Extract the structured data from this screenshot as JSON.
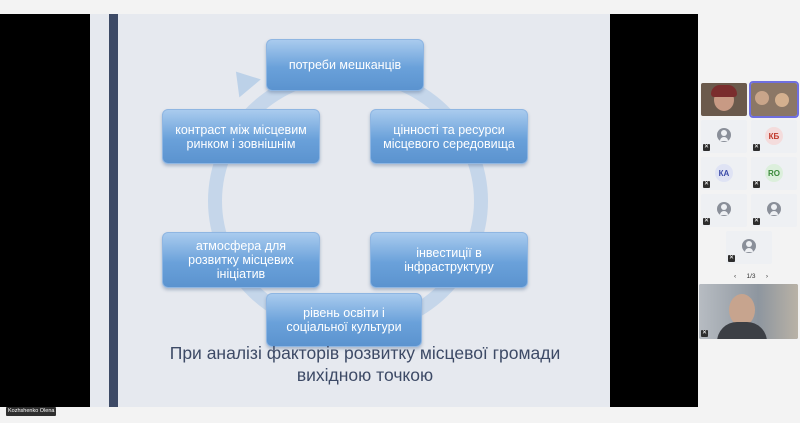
{
  "slide": {
    "cycle_nodes": [
      "потреби мешканців",
      "цінності та ресурси місцевого середовища",
      "інвестиції в інфраструктуру",
      "рівень освіти і соціальної культури",
      "атмосфера для розвитку місцевих ініціатив",
      "контраст між місцевим ринком і зовнішнім"
    ],
    "caption_line1": "При аналізі факторів розвитку місцевої громади",
    "caption_line2": "вихідною точкою"
  },
  "participants": {
    "initials": [
      "КБ",
      "КА",
      "RO"
    ],
    "initial_colors": [
      "#c0392b",
      "#3a4aa8",
      "#3a8a3a"
    ],
    "pager": {
      "prev": "‹",
      "label": "1/3",
      "next": "›"
    }
  },
  "presenter_name": "Kozhshenko Olena"
}
